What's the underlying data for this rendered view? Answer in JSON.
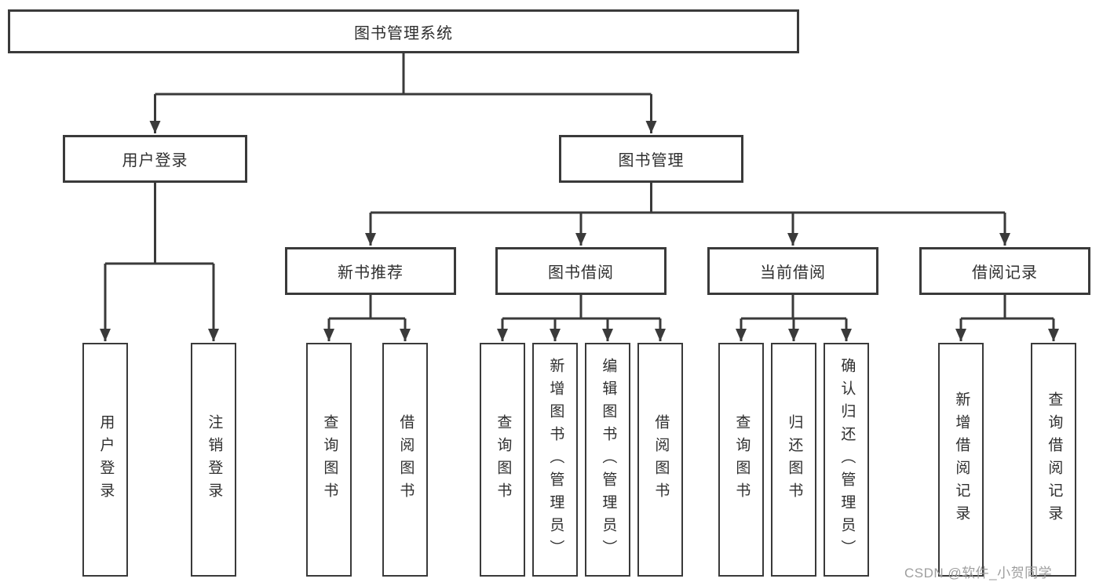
{
  "colors": {
    "line": "#3a3a3a",
    "text": "#2f2f2f",
    "background": "#ffffff",
    "watermark": "#9e9e9e"
  },
  "diagram": {
    "root": {
      "label": "图书管理系统"
    },
    "branches": [
      {
        "label": "用户登录",
        "children": [
          "用户登录",
          "注销登录"
        ]
      },
      {
        "label": "图书管理",
        "children": [
          {
            "label": "新书推荐",
            "children": [
              "查询图书",
              "借阅图书"
            ]
          },
          {
            "label": "图书借阅",
            "children": [
              "查询图书",
              "新增图书（管理员）",
              "编辑图书（管理员）",
              "借阅图书"
            ]
          },
          {
            "label": "当前借阅",
            "children": [
              "查询图书",
              "归还图书",
              "确认归还（管理员）"
            ]
          },
          {
            "label": "借阅记录",
            "children": [
              "新增借阅记录",
              "查询借阅记录"
            ]
          }
        ]
      }
    ]
  },
  "watermark": {
    "label": "CSDN @软件_小贺同学"
  }
}
